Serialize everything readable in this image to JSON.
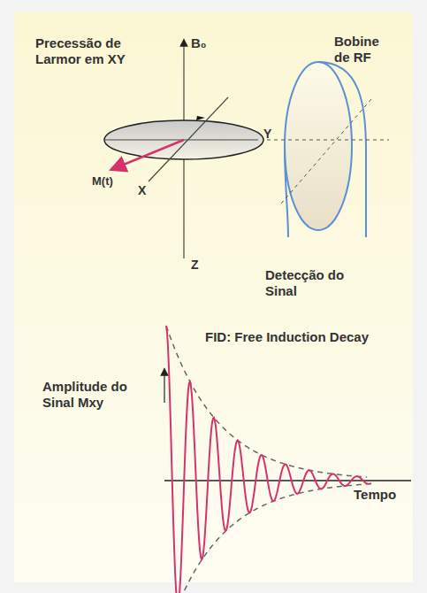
{
  "diagram": {
    "labels": [
      "Precessão de Larmor em XY",
      "B₀",
      "Y",
      "X",
      "Z",
      "M(t)",
      "Bobine de RF",
      "Detecção do Sinal",
      "FID: Free Induction Decay",
      "Amplitude do Sinal Mxy",
      "Tempo"
    ]
  }
}
